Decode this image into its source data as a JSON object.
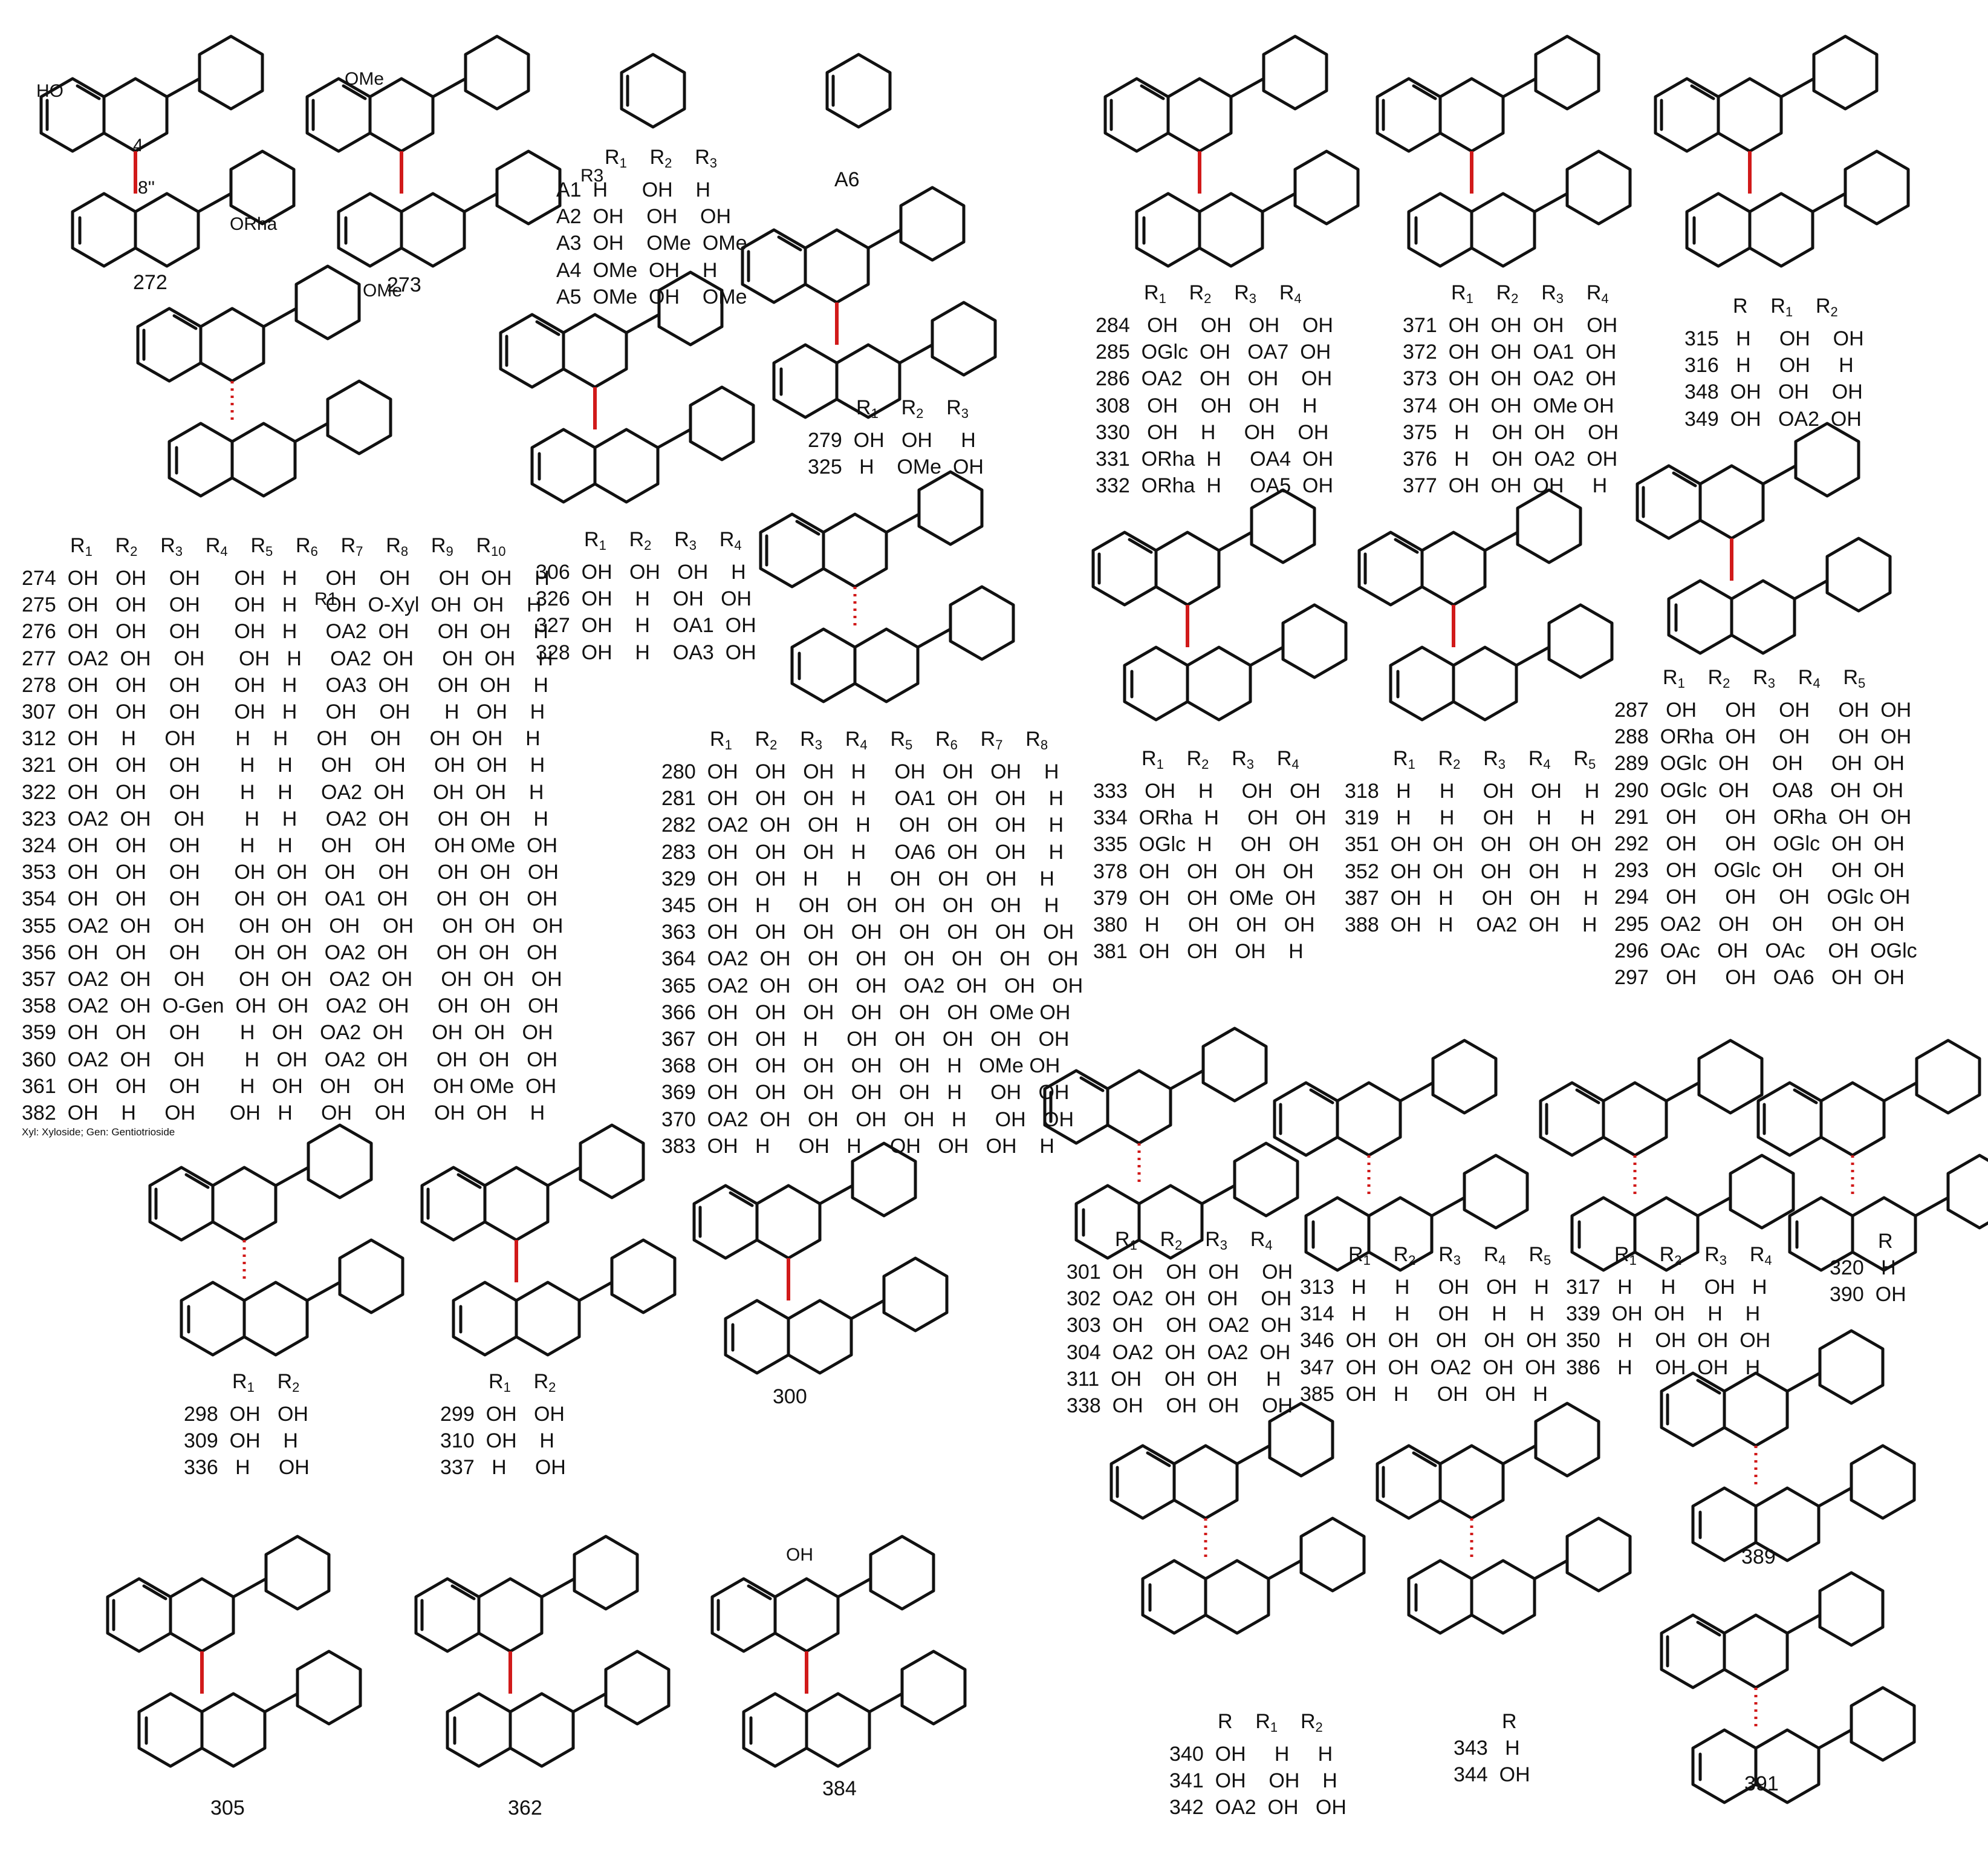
{
  "labels": {
    "c272": "272",
    "c273": "273",
    "a6": "A6",
    "c300": "300",
    "c305": "305",
    "c362": "362",
    "c384": "384",
    "c389": "389",
    "c391": "391"
  },
  "atoms": {
    "OH": "OH",
    "HO": "HO",
    "OMe": "OMe",
    "ORha": "ORha",
    "O": "O",
    "n4": "4",
    "n8": "8''",
    "R": "R",
    "R1": "R1",
    "R2": "R2",
    "R3": "R3",
    "R4": "R4",
    "R5": "R5",
    "R6": "R6",
    "R7": "R7",
    "R8": "R8",
    "R9": "R9",
    "R10": "R10"
  },
  "footnote": "Xyl: Xyloside; Gen: Gentiotrioside",
  "tables": [
    {
      "id": "A",
      "headers": [
        "R1",
        "R2",
        "R3"
      ],
      "rows": [
        "A1  H      OH    H",
        "A2  OH    OH    OH",
        "A3  OH    OMe  OMe",
        "A4  OMe  OH    H",
        "A5  OMe  OH    OMe"
      ]
    },
    {
      "id": "t274",
      "headers": [
        "R1",
        "R2",
        "R3",
        "R4",
        "R5",
        "R6",
        "R7",
        "R8",
        "R9",
        "R10"
      ],
      "rows": [
        "274  OH   OH    OH      OH   H     OH    OH     OH  OH    H",
        "275  OH   OH    OH      OH   H     OH  O-Xyl  OH  OH    H",
        "276  OH   OH    OH      OH   H     OA2  OH     OH  OH    H",
        "277  OA2  OH    OH      OH   H     OA2  OH     OH  OH    H",
        "278  OH   OH    OH      OH   H     OA3  OH     OH  OH    H",
        "307  OH   OH    OH      OH   H     OH    OH      H   OH    H",
        "312  OH    H     OH       H    H     OH    OH     OH  OH    H",
        "321  OH   OH    OH       H    H     OH    OH     OH  OH    H",
        "322  OH   OH    OH       H    H     OA2  OH     OH  OH    H",
        "323  OA2  OH    OH       H    H     OA2  OH     OH  OH    H",
        "324  OH   OH    OH       H    H     OH    OH     OH OMe  OH",
        "353  OH   OH    OH      OH  OH   OH    OH     OH  OH   OH",
        "354  OH   OH    OH      OH  OH   OA1  OH     OH  OH   OH",
        "355  OA2  OH    OH      OH  OH   OH    OH     OH  OH   OH",
        "356  OH   OH    OH      OH  OH   OA2  OH     OH  OH   OH",
        "357  OA2  OH    OH      OH  OH   OA2  OH     OH  OH   OH",
        "358  OA2  OH  O-Gen  OH  OH   OA2  OH     OH  OH   OH",
        "359  OH   OH    OH       H   OH   OA2  OH     OH  OH   OH",
        "360  OA2  OH    OH       H   OH   OA2  OH     OH  OH   OH",
        "361  OH   OH    OH       H   OH   OH    OH     OH OMe  OH",
        "382  OH    H     OH      OH   H     OH    OH     OH  OH    H"
      ]
    },
    {
      "id": "t306",
      "headers": [
        "R1",
        "R2",
        "R3",
        "R4"
      ],
      "rows": [
        "306  OH   OH   OH    H",
        "326  OH    H    OH   OH",
        "327  OH    H    OA1  OH",
        "328  OH    H    OA3  OH"
      ]
    },
    {
      "id": "t279",
      "headers": [
        "R1",
        "R2",
        "R3"
      ],
      "rows": [
        "279  OH   OH     H",
        "325   H    OMe  OH"
      ]
    },
    {
      "id": "t280",
      "headers": [
        "R1",
        "R2",
        "R3",
        "R4",
        "R5",
        "R6",
        "R7",
        "R8"
      ],
      "rows": [
        "280  OH   OH   OH   H     OH   OH   OH    H",
        "281  OH   OH   OH   H     OA1  OH   OH    H",
        "282  OA2  OH   OH   H     OH   OH   OH    H",
        "283  OH   OH   OH   H     OA6  OH   OH    H",
        "329  OH   OH   H     H     OH   OH   OH    H",
        "345  OH   H     OH   OH   OH   OH   OH    H",
        "363  OH   OH   OH   OH   OH   OH   OH   OH",
        "364  OA2  OH   OH   OH   OH   OH   OH   OH",
        "365  OA2  OH   OH   OH   OA2  OH   OH   OH",
        "366  OH   OH   OH   OH   OH   OH  OMe OH",
        "367  OH   OH   H     OH   OH   OH   OH   OH",
        "368  OH   OH   OH   OH   OH   H   OMe OH",
        "369  OH   OH   OH   OH   OH   H     OH   OH",
        "370  OA2  OH   OH   OH   OH   H     OH   OH",
        "383  OH   H     OH   H     OH   OH   OH    H"
      ]
    },
    {
      "id": "t284",
      "headers": [
        "R1",
        "R2",
        "R3",
        "R4"
      ],
      "rows": [
        "284   OH    OH   OH    OH",
        "285  OGlc  OH   OA7  OH",
        "286  OA2   OH   OH    OH",
        "308   OH    OH   OH    H",
        "330   OH    H     OH    OH",
        "331  ORha  H     OA4  OH",
        "332  ORha  H     OA5  OH"
      ]
    },
    {
      "id": "t371",
      "headers": [
        "R1",
        "R2",
        "R3",
        "R4"
      ],
      "rows": [
        "371  OH  OH  OH    OH",
        "372  OH  OH  OA1  OH",
        "373  OH  OH  OA2  OH",
        "374  OH  OH  OMe OH",
        "375   H    OH  OH    OH",
        "376   H    OH  OA2  OH",
        "377  OH  OH  OH     H"
      ]
    },
    {
      "id": "t315",
      "headers": [
        "R",
        "R1",
        "R2"
      ],
      "rows": [
        "315   H     OH    OH",
        "316   H     OH     H",
        "348  OH   OH    OH",
        "349  OH   OA2  OH"
      ]
    },
    {
      "id": "t333",
      "headers": [
        "R1",
        "R2",
        "R3",
        "R4"
      ],
      "rows": [
        "333   OH    H     OH   OH",
        "334  ORha  H     OH   OH",
        "335  OGlc  H     OH   OH",
        "378  OH   OH   OH   OH",
        "379  OH   OH  OMe  OH",
        "380   H     OH   OH   OH",
        "381  OH   OH   OH    H"
      ]
    },
    {
      "id": "t318",
      "headers": [
        "R1",
        "R2",
        "R3",
        "R4",
        "R5"
      ],
      "rows": [
        "318   H     H     OH   OH    H",
        "319   H     H     OH    H     H",
        "351  OH  OH   OH   OH  OH",
        "352  OH  OH   OH   OH    H",
        "387  OH   H     OH   OH    H",
        "388  OH   H    OA2  OH    H"
      ]
    },
    {
      "id": "t287",
      "headers": [
        "R1",
        "R2",
        "R3",
        "R4",
        "R5"
      ],
      "rows": [
        "287   OH     OH    OH     OH  OH",
        "288  ORha  OH    OH     OH  OH",
        "289  OGlc  OH    OH     OH  OH",
        "290  OGlc  OH    OA8   OH  OH",
        "291   OH     OH   ORha  OH  OH",
        "292   OH     OH   OGlc  OH  OH",
        "293   OH   OGlc  OH     OH  OH",
        "294   OH     OH    OH   OGlc OH",
        "295  OA2   OH    OH     OH  OH",
        "296  OAc   OH   OAc    OH  OGlc",
        "297   OH     OH   OA6   OH  OH"
      ]
    },
    {
      "id": "t298",
      "headers": [
        "R1",
        "R2"
      ],
      "rows": [
        "298  OH   OH",
        "309  OH    H",
        "336   H     OH"
      ]
    },
    {
      "id": "t299",
      "headers": [
        "R1",
        "R2"
      ],
      "rows": [
        "299  OH   OH",
        "310  OH    H",
        "337   H     OH"
      ]
    },
    {
      "id": "t301",
      "headers": [
        "R1",
        "R2",
        "R3",
        "R4"
      ],
      "rows": [
        "301  OH    OH  OH    OH",
        "302  OA2  OH  OH    OH",
        "303  OH    OH  OA2  OH",
        "304  OA2  OH  OA2  OH",
        "311  OH    OH  OH     H",
        "338  OH    OH  OH    OH"
      ]
    },
    {
      "id": "t313",
      "headers": [
        "R1",
        "R2",
        "R3",
        "R4",
        "R5"
      ],
      "rows": [
        "313   H     H     OH   OH   H",
        "314   H     H     OH    H    H",
        "346  OH  OH   OH   OH  OH",
        "347  OH  OH  OA2  OH  OH",
        "385  OH   H     OH   OH   H"
      ]
    },
    {
      "id": "t317",
      "headers": [
        "R1",
        "R2",
        "R3",
        "R4"
      ],
      "rows": [
        "317   H     H     OH   H",
        "339  OH  OH    H    H",
        "350   H    OH  OH  OH",
        "386   H    OH  OH   H"
      ]
    },
    {
      "id": "t320",
      "headers": [
        "R"
      ],
      "rows": [
        "320   H",
        "390  OH"
      ]
    },
    {
      "id": "t340",
      "headers": [
        "R",
        "R1",
        "R2"
      ],
      "rows": [
        "340  OH     H     H",
        "341  OH    OH    H",
        "342  OA2  OH   OH"
      ]
    },
    {
      "id": "t343",
      "headers": [
        "R"
      ],
      "rows": [
        "343   H",
        "344  OH"
      ]
    }
  ]
}
